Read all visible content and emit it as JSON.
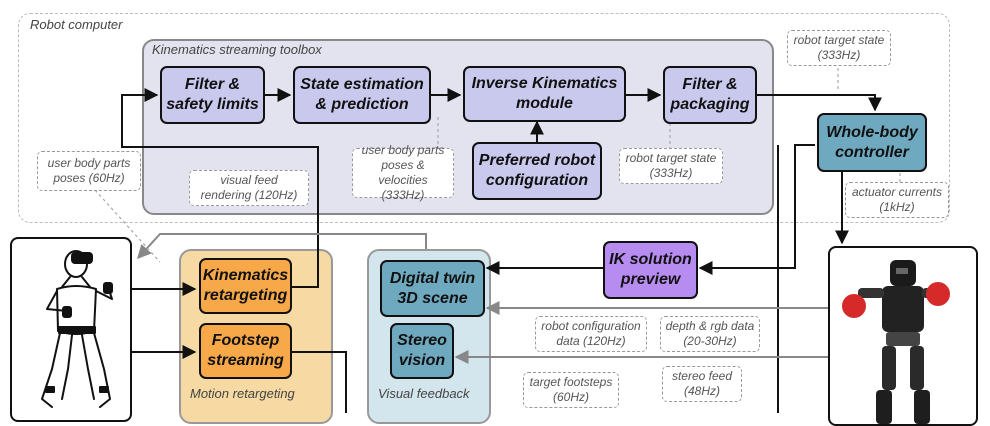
{
  "regions": {
    "robot_computer": "Robot computer",
    "kinematics_toolbox": "Kinematics streaming toolbox",
    "motion_retargeting": "Motion retargeting",
    "visual_feedback": "Visual feedback"
  },
  "blocks": {
    "filter_safety": "Filter &\nsafety limits",
    "state_estimation": "State estimation\n& prediction",
    "inverse_kinematics": "Inverse Kinematics\nmodule",
    "filter_packaging": "Filter &\npackaging",
    "preferred_config": "Preferred robot\nconfiguration",
    "whole_body": "Whole-body\ncontroller",
    "ik_preview": "IK solution\npreview",
    "kinematics_retargeting": "Kinematics\nretargeting",
    "footstep_streaming": "Footstep\nstreaming",
    "digital_twin": "Digital twin\n3D scene",
    "stereo_vision": "Stereo\nvision"
  },
  "notes": {
    "robot_target_state_top": "robot target state\n(333Hz)",
    "user_body_parts_poses": "user body parts\nposes (60Hz)",
    "visual_feed_rendering": "visual feed\nrendering (120Hz)",
    "user_body_velocities": "user body parts\nposes &\nvelocities (333Hz)",
    "robot_target_state_mid": "robot target state\n(333Hz)",
    "actuator_currents": "actuator currents\n(1kHz)",
    "robot_configuration_data": "robot configuration\ndata (120Hz)",
    "depth_rgb_data": "depth & rgb data\n(20-30Hz)",
    "stereo_feed": "stereo feed\n(48Hz)",
    "target_footsteps": "target footsteps\n(60Hz)"
  },
  "colors": {
    "toolbox_fill": "#e3e3ef",
    "motion_fill": "#f6d9a3",
    "visual_fill": "#d3e5ed",
    "block_purple": "#c9c9ee",
    "block_orange": "#f7a94a",
    "block_teal": "#6fa9bf",
    "block_violet": "#b78cf0",
    "robot_red": "#d62a2a"
  },
  "images": {
    "operator": "human-operator-sketch",
    "robot": "humanoid-robot-photo"
  }
}
